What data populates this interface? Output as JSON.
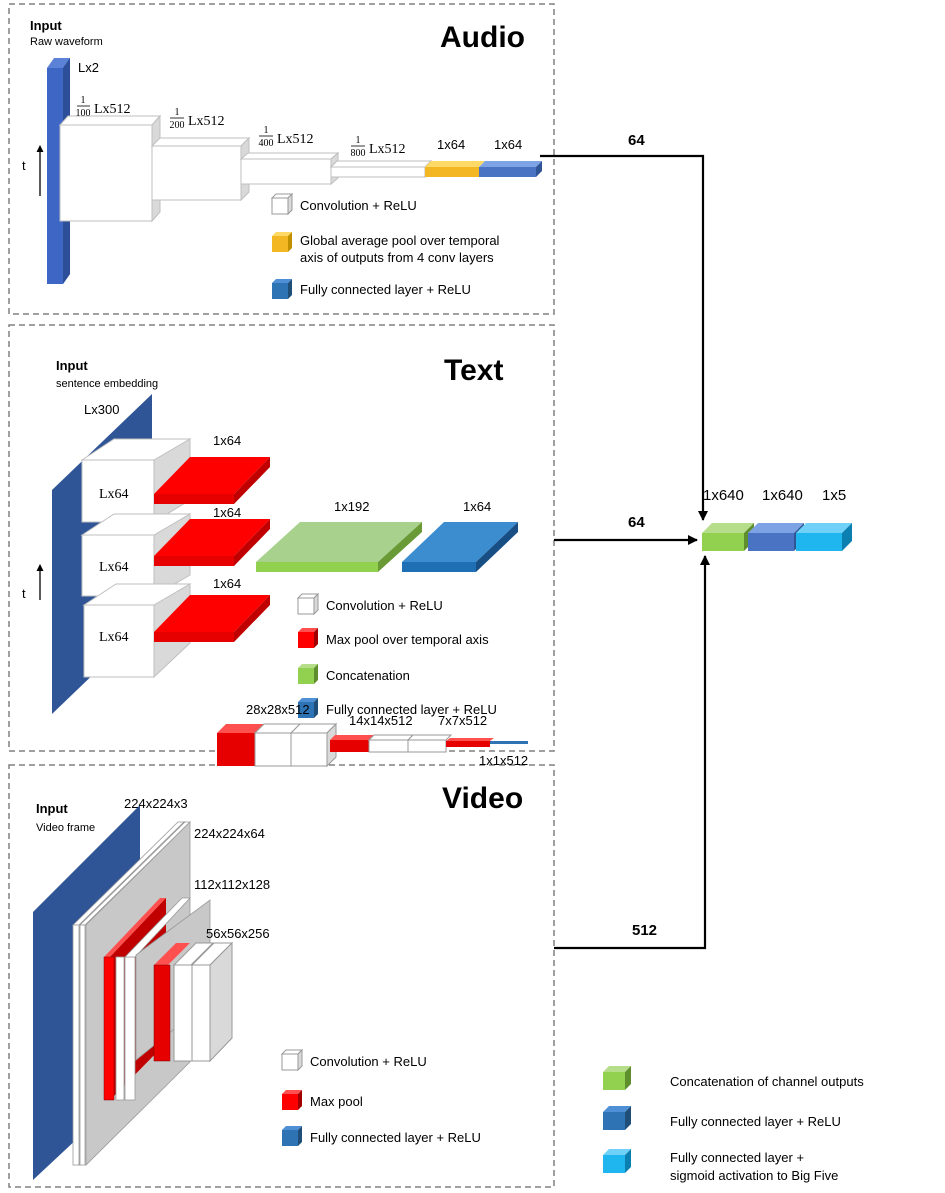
{
  "colors": {
    "input_blue": "#3a5ba0",
    "conv_white": "#ffffff",
    "conv_side": "#d9d9d9",
    "gap_yellow": "#f3b723",
    "fc_blue": "#4a73c4",
    "maxpool_red": "#f00000",
    "concat_green": "#92d050",
    "fc_blue_text": "#2e74b5",
    "sigmoid_cyan": "#1fb5ee",
    "grey_plate": "#c8c8c8"
  },
  "audio": {
    "title": "Audio",
    "input_title": "Input",
    "input_sub": "Raw waveform",
    "input_dim": "Lx2",
    "time_label": "t",
    "frac_num": "1",
    "frac_dens": [
      "100",
      "200",
      "400",
      "800"
    ],
    "frac_suffix": "Lx512",
    "gap_dim": "1x64",
    "fc_dim": "1x64",
    "legend": [
      {
        "icon": "white-cube-icon",
        "text": "Convolution + ReLU"
      },
      {
        "icon": "yellow-cube-icon",
        "text": "Global average pool over temporal",
        "text2": "axis of outputs from 4 conv layers"
      },
      {
        "icon": "blue-cube-icon",
        "text": "Fully connected layer + ReLU"
      }
    ]
  },
  "text": {
    "title": "Text",
    "input_title": "Input",
    "input_sub": "sentence embedding",
    "input_dim": "Lx300",
    "time_label": "t",
    "conv_dims": [
      "Lx64",
      "Lx64",
      "Lx64"
    ],
    "pool_dims": [
      "1x64",
      "1x64",
      "1x64"
    ],
    "concat_dim": "1x192",
    "fc_dim": "1x64",
    "legend": [
      {
        "icon": "white-cube-icon",
        "text": "Convolution + ReLU"
      },
      {
        "icon": "red-cube-icon",
        "text": "Max pool over temporal axis"
      },
      {
        "icon": "green-cube-icon",
        "text": "Concatenation"
      },
      {
        "icon": "blue-cube-icon",
        "text": "Fully connected layer + ReLU"
      }
    ]
  },
  "video": {
    "title": "Video",
    "input_title": "Input",
    "input_sub": "Video frame",
    "dims": [
      "224x224x3",
      "224x224x64",
      "112x112x128",
      "56x56x256",
      "28x28x512",
      "14x14x512",
      "7x7x512",
      "1x1x512"
    ],
    "legend": [
      {
        "icon": "white-cube-icon",
        "text": "Convolution + ReLU"
      },
      {
        "icon": "red-cube-icon",
        "text": "Max pool"
      },
      {
        "icon": "blue-cube-icon",
        "text": "Fully connected layer + ReLU"
      }
    ]
  },
  "fusion": {
    "audio_flow": "64",
    "text_flow": "64",
    "video_flow": "512",
    "dims": [
      "1x640",
      "1x640",
      "1x5"
    ],
    "legend": [
      {
        "icon": "green-cube-icon",
        "text": "Concatenation of  channel outputs"
      },
      {
        "icon": "blue-cube-icon",
        "text": "Fully connected layer + ReLU"
      },
      {
        "icon": "cyan-cube-icon",
        "text": "Fully connected layer +",
        "text2": "sigmoid activation to Big Five"
      }
    ]
  }
}
